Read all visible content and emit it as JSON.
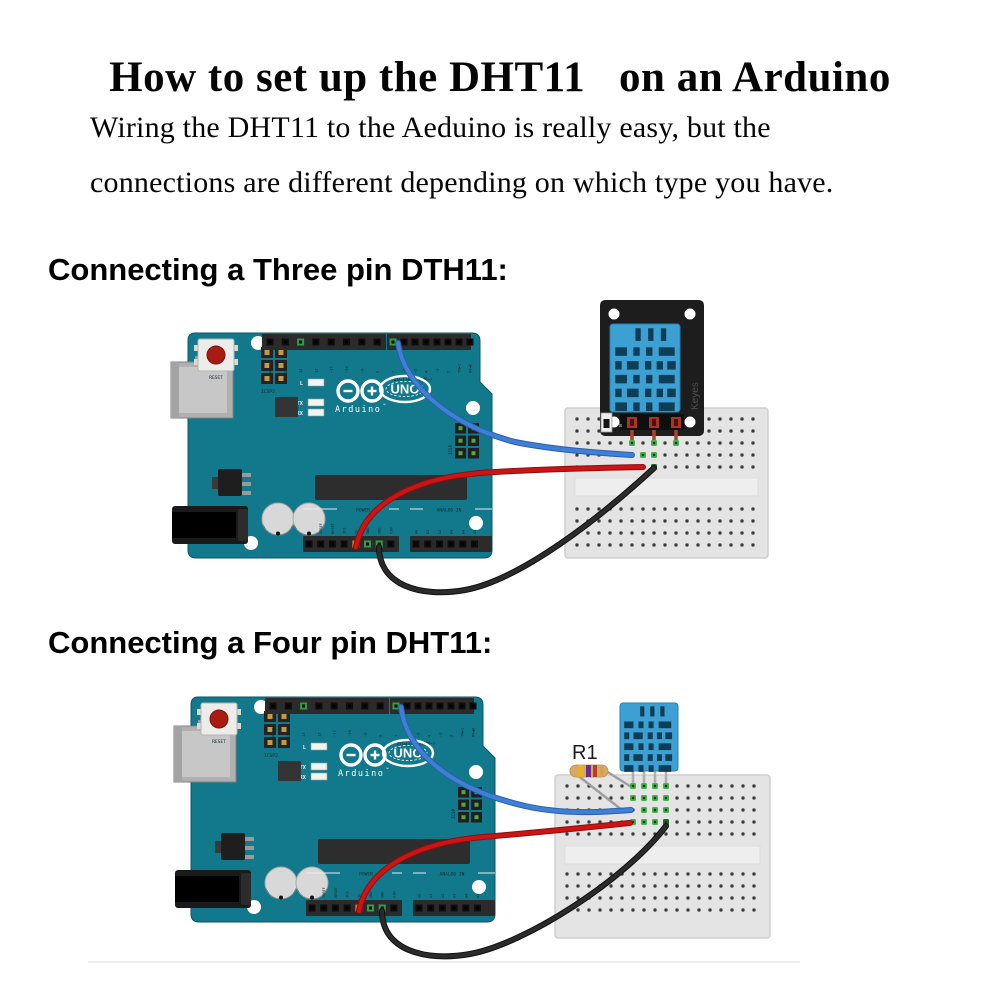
{
  "page": {
    "title": "How to set up the DHT11   on an Arduino",
    "intro_lines": [
      "Wiring the DHT11 to the Aeduino is really easy, but the",
      "connections are different depending on which type you have."
    ],
    "sections": [
      {
        "heading": "Connecting a Three pin DTH11:"
      },
      {
        "heading": "Connecting a Four pin DHT11:"
      }
    ]
  },
  "arduino": {
    "reset_label": "RESET",
    "icsp2_label": "ICSP2",
    "icsp_label": "ICSP",
    "digital_label": "DIGITAL (PWM~)",
    "logo_text": "UNO",
    "brand": "Arduino",
    "trademark": "™",
    "led_l": "L",
    "led_tx": "TX",
    "led_rx": "RX",
    "power_label": "POWER",
    "analog_label": "ANALOG IN",
    "top_pins_left": [
      "AREF",
      "GND",
      "13",
      "12",
      "~11",
      "~10",
      "~9",
      "8"
    ],
    "top_pins_right": [
      "7",
      "~6",
      "~5",
      "4",
      "~3",
      "2",
      "TX▶1",
      "RX◀0"
    ],
    "power_pins": [
      "IOREF",
      "RESET",
      "3V3",
      "5V",
      "GND",
      "GND",
      "VIN"
    ],
    "analog_pins": [
      "A0",
      "A1",
      "A2",
      "A3",
      "A4",
      "A5"
    ]
  },
  "dht11_three_pin": {
    "brand": "Keyes",
    "pin_left_label": "S",
    "pin_right_label": "-"
  },
  "dht11_four_pin": {
    "resistor_label": "R1"
  },
  "colors": {
    "board_teal": "#11798b",
    "board_edge": "#0b5663",
    "wire_data_blue": "#3f7fd6",
    "wire_power_red": "#cc1414",
    "wire_ground_black": "#2b2b2b",
    "breadboard_gray": "#e4e4e4",
    "sensor_blue": "#3da0d2",
    "module_pcb_black": "#1d1d1d",
    "hole_highlight_green": "#46b04a",
    "pin_highlight_orange": "#cf7a1f",
    "resistor_body_tan": "#d7a965"
  }
}
